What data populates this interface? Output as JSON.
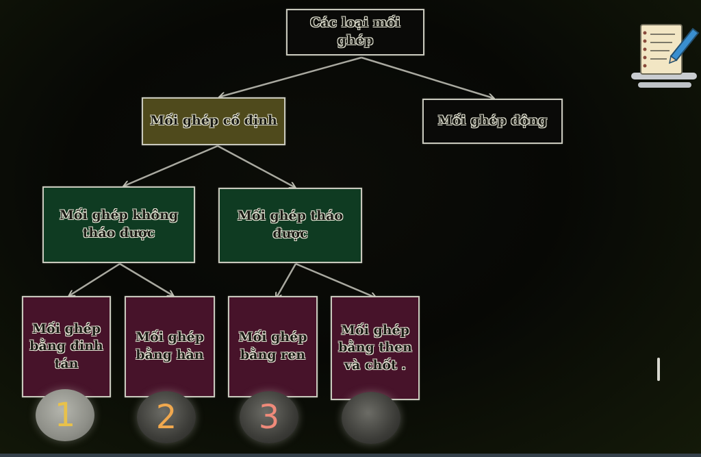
{
  "diagram": {
    "root": "Các loại mối ghép",
    "level1": {
      "fixed": "Mối ghép cố định",
      "moving": "Mối ghép động"
    },
    "level2": {
      "non_removable": "Mối ghép không tháo được",
      "removable": "Mối ghép tháo được"
    },
    "level3": {
      "rivet": "Mối ghép bằng đinh tán",
      "weld": "Mối ghép bằng hàn",
      "thread": "Mối ghép bằng ren",
      "key_pin": "Mối ghép bằng then và chốt ."
    }
  },
  "bubbles": [
    "1",
    "2",
    "3",
    ""
  ],
  "icons": {
    "notepad": "notepad-pencil-icon"
  },
  "colors": {
    "background": "#070805",
    "fixed_box": "#4f4a1c",
    "green_box": "#0f3b22",
    "leaf_box": "#47132a",
    "border": "#c9c9bd"
  }
}
